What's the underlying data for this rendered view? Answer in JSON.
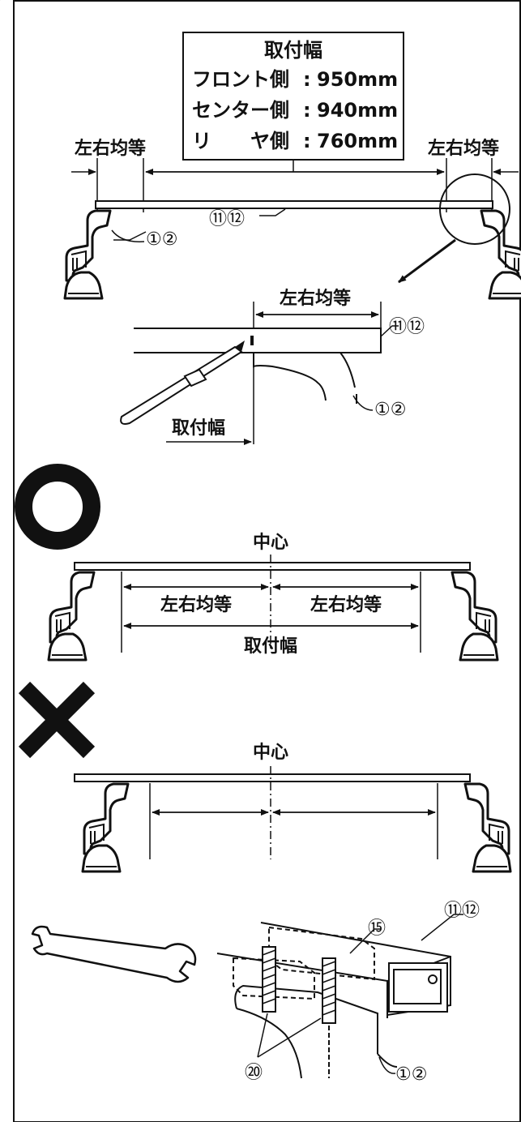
{
  "spec_box": {
    "title": "取付幅",
    "rows": [
      {
        "label": "フロント側",
        "sep": ":",
        "value": "950mm"
      },
      {
        "label": "センター側",
        "sep": ":",
        "value": "940mm"
      },
      {
        "label": "リ　　ヤ側",
        "sep": ":",
        "value": "760mm"
      }
    ]
  },
  "labels": {
    "equal_lr": "左右均等",
    "mount_width": "取付幅",
    "center": "中心"
  },
  "part_refs": {
    "bars": "⑪⑫",
    "feet": "①②",
    "plates": "⑮",
    "bolts": "⑳"
  },
  "verdicts": {
    "correct_symbol": "○",
    "wrong_symbol": "×"
  },
  "colors": {
    "ink": "#111111",
    "bar_fill": "#ffffff",
    "page_bg": "#ffffff"
  },
  "icons": [
    "pen-icon",
    "wrench-icon",
    "circle-ok-icon",
    "cross-ng-icon"
  ]
}
